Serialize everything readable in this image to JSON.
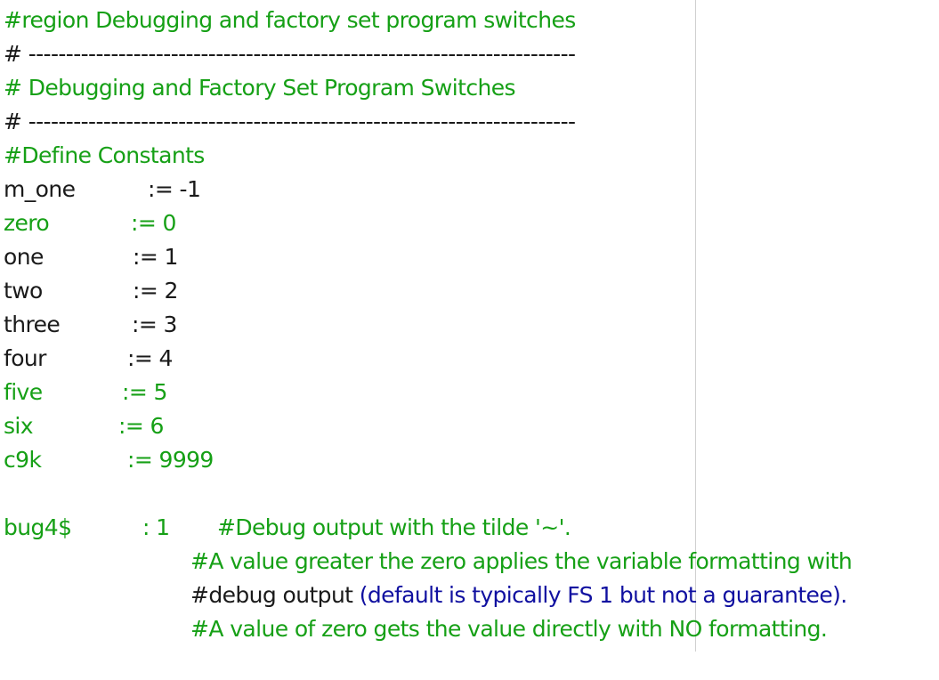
{
  "code": {
    "region": "#region Debugging and factory set program switches",
    "sep1": "# -------------------------------------------------------------------------",
    "heading": "# Debugging and Factory Set Program Switches",
    "sep2": "# -------------------------------------------------------------------------",
    "define": "#Define Constants",
    "consts": [
      {
        "name": "m_one",
        "value": ":= -1"
      },
      {
        "name": "zero",
        "value": ":= 0"
      },
      {
        "name": "one",
        "value": ":= 1"
      },
      {
        "name": "two",
        "value": ":= 2"
      },
      {
        "name": "three",
        "value": ":= 3"
      },
      {
        "name": "four",
        "value": ":= 4"
      },
      {
        "name": "five",
        "value": ":= 5"
      },
      {
        "name": "six",
        "value": ":= 6"
      },
      {
        "name": "c9k",
        "value": ":= 9999"
      }
    ],
    "bug": {
      "name": "bug4$",
      "value": ": 1",
      "comment": "#Debug output with the tilde '~'."
    },
    "c1": "#A value greater the zero applies the variable formatting with",
    "c2a": "#debug output",
    "c2b": " (default is typically FS 1 but not a guarantee).",
    "c3": "#A value of zero gets the value directly with NO formatting."
  },
  "colors": {
    "comment_green": "#16a016",
    "text_black": "#1a1a1a",
    "text_blue": "#1010a0",
    "guide_gray": "#d0d0d0"
  }
}
